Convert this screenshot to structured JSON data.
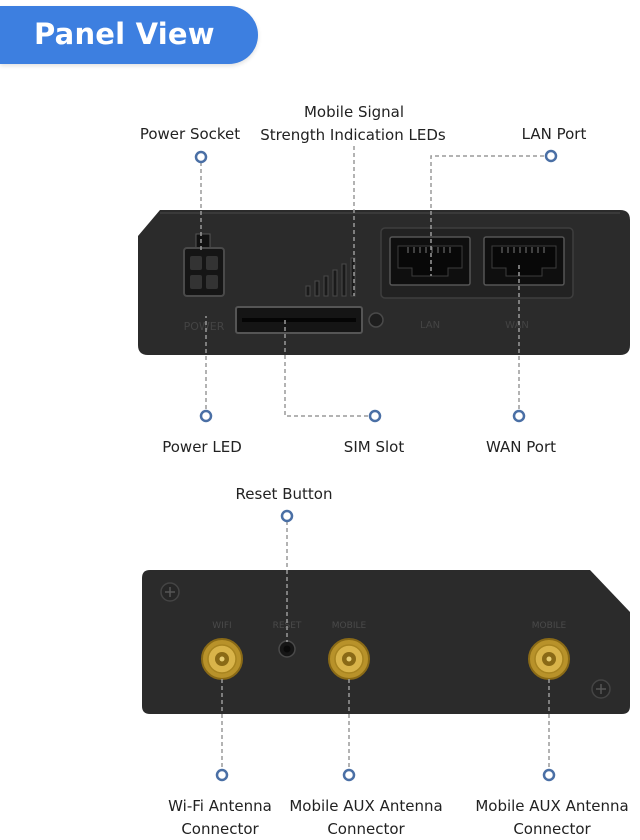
{
  "title": "Panel View",
  "front_panel": {
    "callouts": {
      "power_socket": "Power Socket",
      "mobile_signal_line1": "Mobile Signal",
      "mobile_signal_line2": "Strength Indication LEDs",
      "lan_port": "LAN Port",
      "power_led": "Power LED",
      "sim_slot": "SIM Slot",
      "wan_port": "WAN Port"
    },
    "engraved": {
      "power": "POWER",
      "lan": "LAN",
      "wan": "WAN"
    }
  },
  "back_panel": {
    "callouts": {
      "reset_button": "Reset Button",
      "wifi_line1": "Wi-Fi Antenna",
      "wifi_line2": "Connector",
      "mobile_aux_1_line1": "Mobile AUX Antenna",
      "mobile_aux_1_line2": "Connector",
      "mobile_aux_2_line1": "Mobile AUX Antenna",
      "mobile_aux_2_line2": "Connector"
    },
    "engraved": {
      "wifi": "WIFI",
      "reset": "RESET",
      "mobile1": "MOBILE",
      "mobile2": "MOBILE"
    }
  },
  "colors": {
    "accent": "#3d7fe0",
    "device_body": "#2a2a2a",
    "connector_gold": "#c9a227",
    "callout_dot": "#4a6fa5",
    "leader_line": "#9a9a9a"
  }
}
